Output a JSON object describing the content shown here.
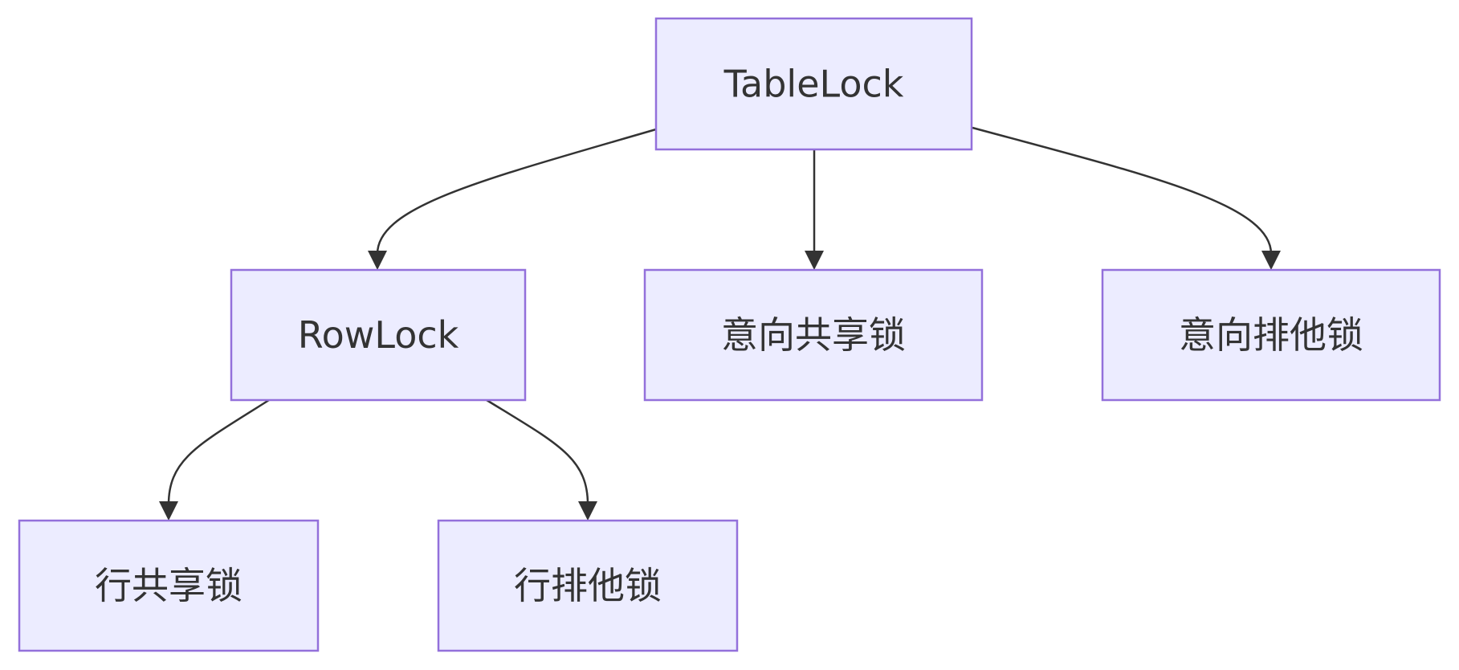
{
  "diagram": {
    "type": "flowchart-tree",
    "colors": {
      "node_fill": "#ececff",
      "node_stroke": "#9370db",
      "edge": "#333333",
      "text": "#333333"
    },
    "nodes": [
      {
        "id": "tablelock",
        "label": "TableLock"
      },
      {
        "id": "rowlock",
        "label": "RowLock"
      },
      {
        "id": "intent_shared",
        "label": "意向共享锁"
      },
      {
        "id": "intent_exclusive",
        "label": "意向排他锁"
      },
      {
        "id": "row_shared",
        "label": "行共享锁"
      },
      {
        "id": "row_exclusive",
        "label": "行排他锁"
      }
    ],
    "edges": [
      {
        "from": "tablelock",
        "to": "rowlock"
      },
      {
        "from": "tablelock",
        "to": "intent_shared"
      },
      {
        "from": "tablelock",
        "to": "intent_exclusive"
      },
      {
        "from": "rowlock",
        "to": "row_shared"
      },
      {
        "from": "rowlock",
        "to": "row_exclusive"
      }
    ]
  }
}
